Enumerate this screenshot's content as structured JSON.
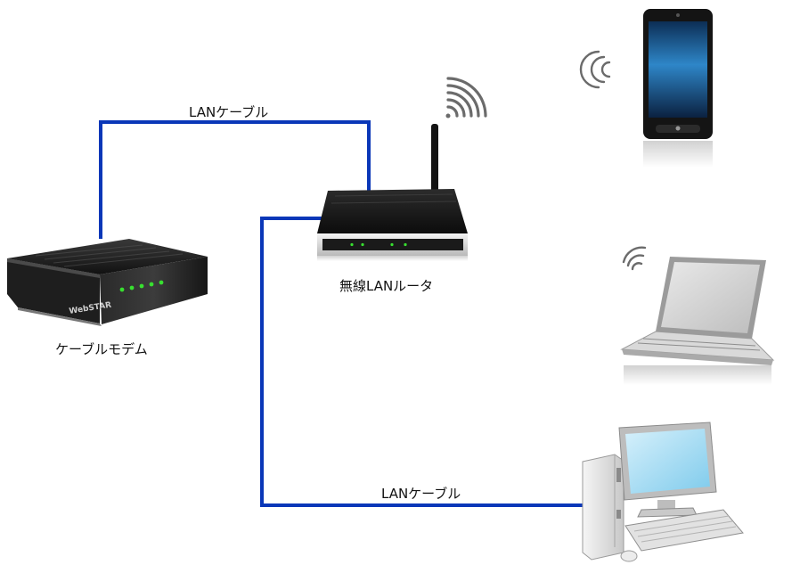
{
  "labels": {
    "cable_top": "LANケーブル",
    "cable_bottom": "LANケーブル",
    "router": "無線LANルータ",
    "modem": "ケーブルモデム"
  },
  "modem_brand": "WebSTAR",
  "colors": {
    "cable": "#0a37b8",
    "device_dark": "#1b1b1b",
    "led": "#38e030",
    "screen_blue": "#3aa7e0",
    "wifi_gray": "#6b6b6b"
  },
  "icons": [
    "cable-modem-icon",
    "wireless-router-icon",
    "smartphone-icon",
    "laptop-icon",
    "desktop-pc-icon",
    "wifi-signal-icon"
  ]
}
